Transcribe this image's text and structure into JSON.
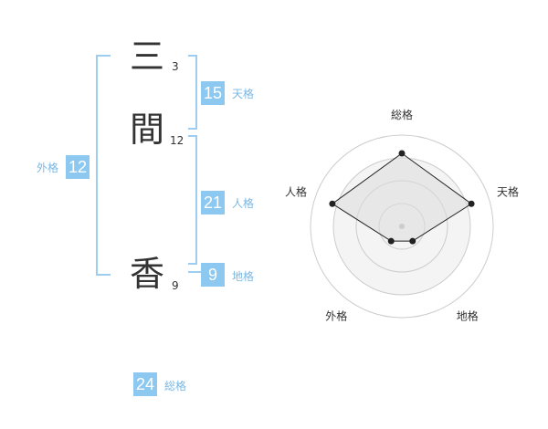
{
  "name_chars": [
    {
      "char": "三",
      "strokes": "3"
    },
    {
      "char": "間",
      "strokes": "12"
    },
    {
      "char": "香",
      "strokes": "9"
    }
  ],
  "kaku": {
    "tenkaku": {
      "value": "15",
      "label": "天格"
    },
    "jinkaku": {
      "value": "21",
      "label": "人格"
    },
    "chikaku": {
      "value": "9",
      "label": "地格"
    },
    "gaikaku": {
      "value": "12",
      "label": "外格"
    },
    "soukaku": {
      "value": "24",
      "label": "総格"
    }
  },
  "radar": {
    "axes": [
      "総格",
      "天格",
      "地格",
      "外格",
      "人格"
    ],
    "levels": 4,
    "values": [
      4,
      4,
      1,
      1,
      4
    ],
    "max": 5,
    "colors": {
      "ring": "#cccccc",
      "fill": "#e8e8e8",
      "line": "#222222",
      "center": "#cccccc"
    }
  },
  "colors": {
    "accent": "#8cc8f0",
    "bracket": "#9dcdf0"
  }
}
